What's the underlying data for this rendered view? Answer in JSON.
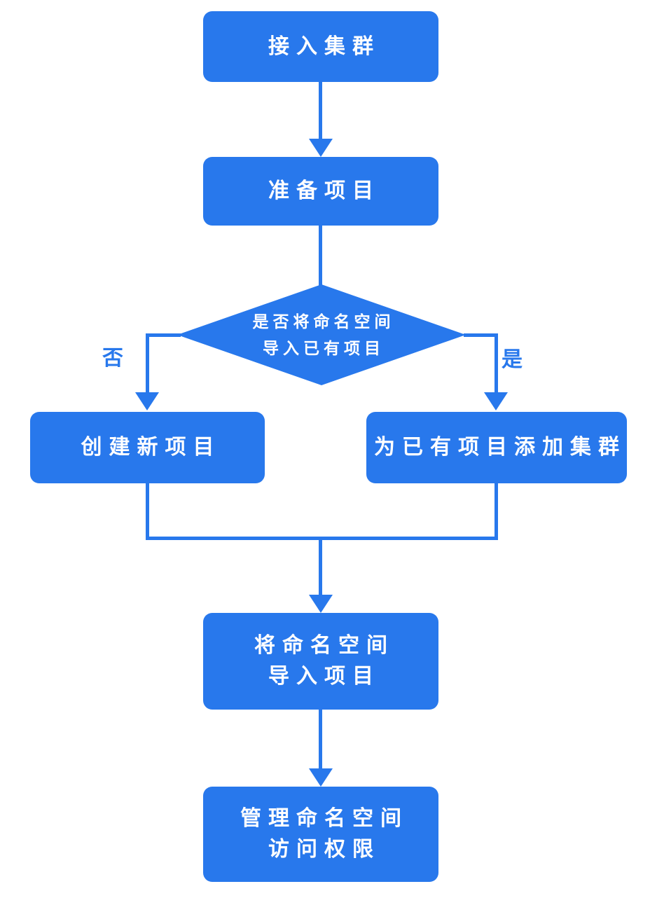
{
  "flowchart": {
    "colors": {
      "node_fill": "#2878EC",
      "node_text": "#FFFFFF",
      "connector": "#2878EC",
      "background": "#FFFFFF"
    },
    "nodes": {
      "access_cluster": {
        "shape": "rect",
        "label": "接入集群"
      },
      "prepare_project": {
        "shape": "rect",
        "label": "准备项目"
      },
      "decision_import_namespace": {
        "shape": "diamond",
        "line1": "是否将命名空间",
        "line2": "导入已有项目"
      },
      "create_new_project": {
        "shape": "rect",
        "label": "创建新项目"
      },
      "add_cluster_to_existing_project": {
        "shape": "rect",
        "label": "为已有项目添加集群"
      },
      "import_namespace_to_project": {
        "shape": "rect",
        "line1": "将命名空间",
        "line2": "导入项目"
      },
      "manage_namespace_permissions": {
        "shape": "rect",
        "line1": "管理命名空间",
        "line2": "访问权限"
      }
    },
    "branch_labels": {
      "no": "否",
      "yes": "是"
    },
    "edges": [
      {
        "from": "接入集群",
        "to": "准备项目"
      },
      {
        "from": "准备项目",
        "to": "是否将命名空间导入已有项目"
      },
      {
        "from": "是否将命名空间导入已有项目",
        "to": "创建新项目",
        "label": "否"
      },
      {
        "from": "是否将命名空间导入已有项目",
        "to": "为已有项目添加集群",
        "label": "是"
      },
      {
        "from": "创建新项目",
        "to": "将命名空间导入项目"
      },
      {
        "from": "为已有项目添加集群",
        "to": "将命名空间导入项目"
      },
      {
        "from": "将命名空间导入项目",
        "to": "管理命名空间访问权限"
      }
    ]
  }
}
